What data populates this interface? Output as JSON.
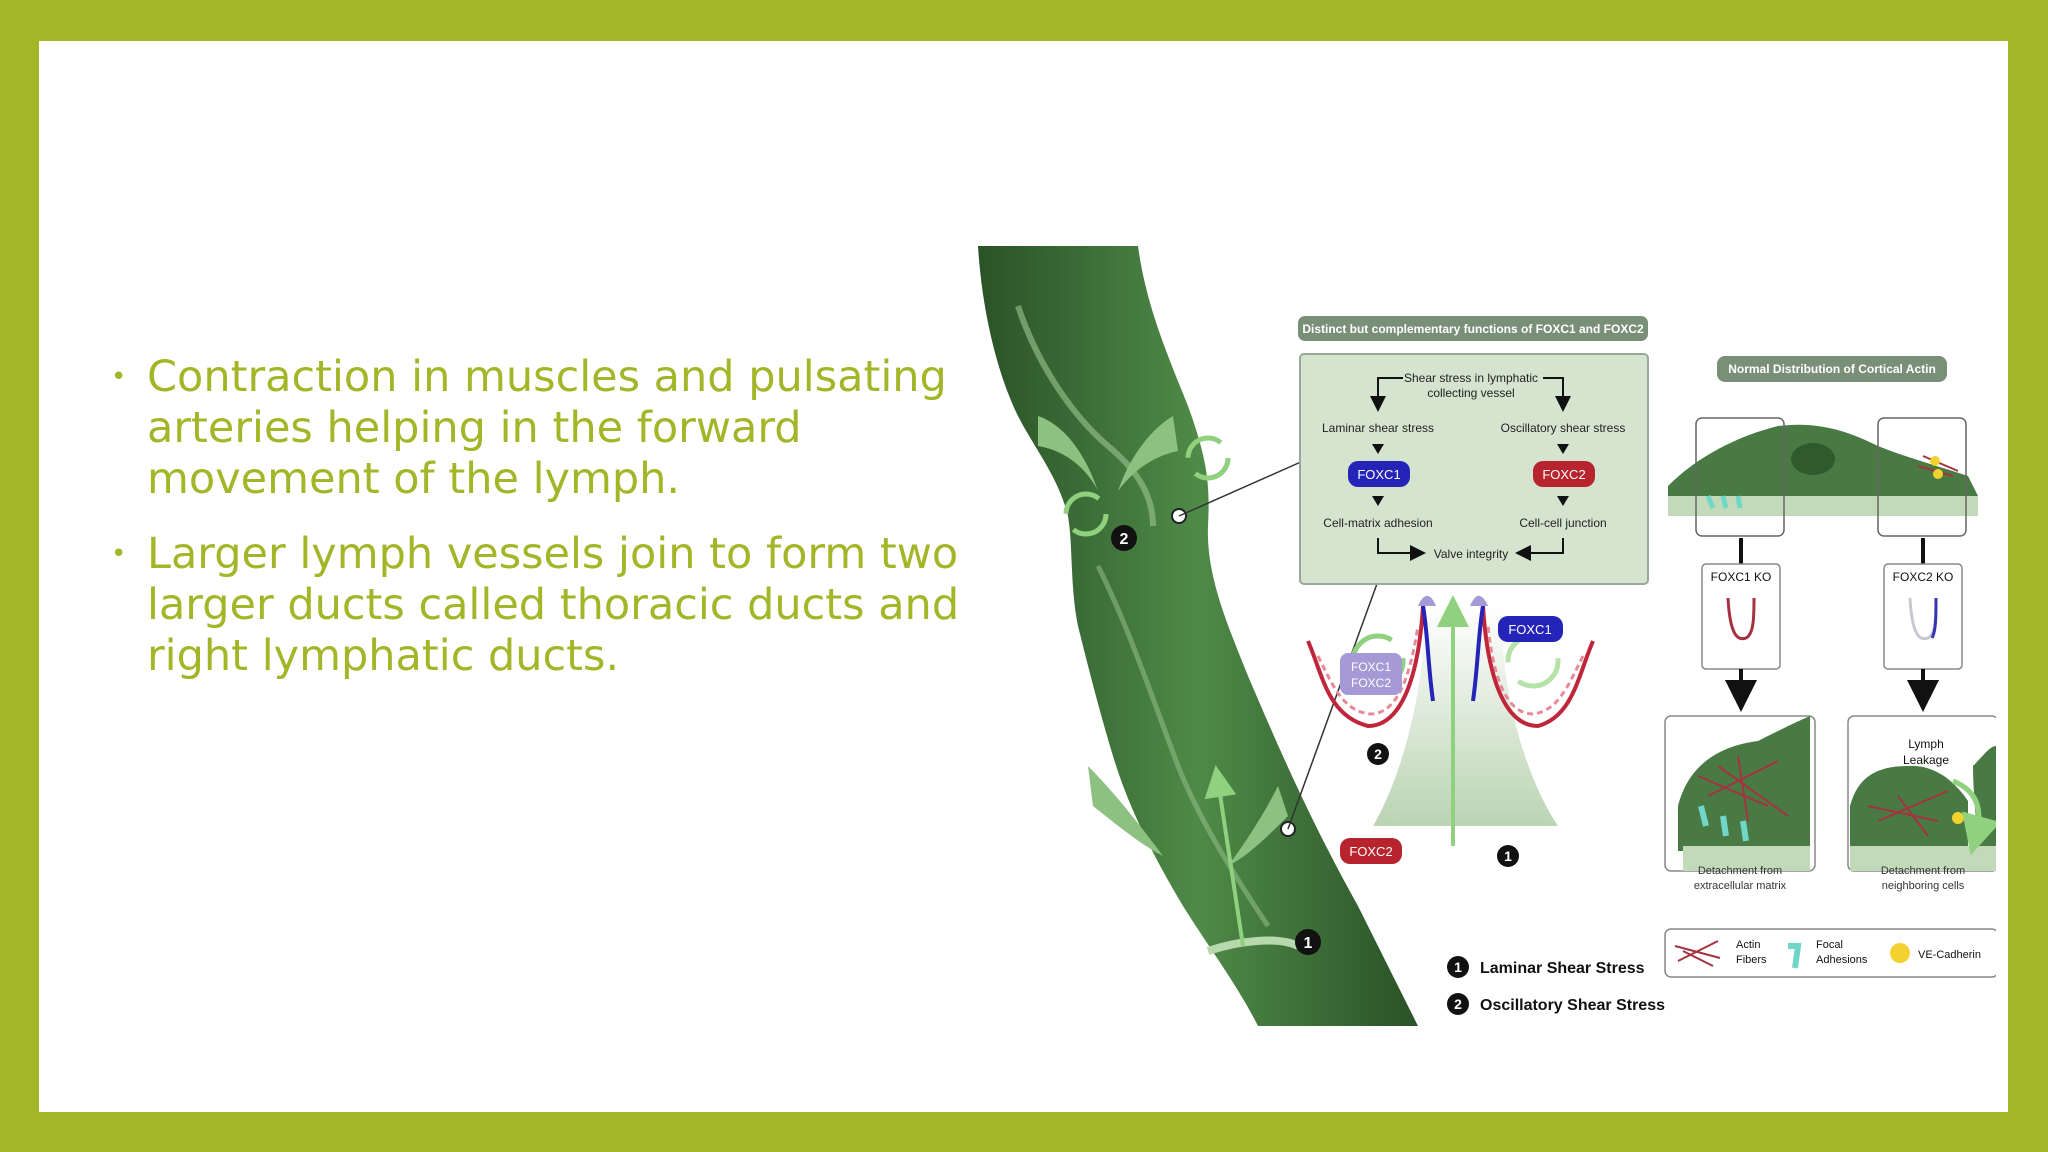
{
  "slide": {
    "bullets": [
      "Contraction in muscles and pulsating arteries helping in the forward movement of the lymph.",
      "Larger lymph vessels join to form two larger ducts called thoracic ducts and right lymphatic ducts."
    ]
  },
  "figure": {
    "panel_title": "Distinct but complementary functions of FOXC1 and FOXC2",
    "shear_stress": "Shear stress in lymphatic",
    "collecting_vessel": "collecting vessel",
    "laminar_shear": "Laminar shear stress",
    "oscillatory_shear": "Oscillatory shear stress",
    "foxc1": "FOXC1",
    "foxc2": "FOXC2",
    "cell_matrix": "Cell-matrix adhesion",
    "cell_cell": "Cell-cell junction",
    "valve_integrity": "Valve integrity",
    "normal_distribution": "Normal Distribution of Cortical Actin",
    "foxc1_ko": "FOXC1 KO",
    "foxc2_ko": "FOXC2 KO",
    "lymph": "Lymph",
    "leakage": "Leakage",
    "detach_ecm_1": "Detachment from",
    "detach_ecm_2": "extracellular matrix",
    "detach_cells_1": "Detachment from",
    "detach_cells_2": "neighboring cells",
    "actin_1": "Actin",
    "actin_2": "Fibers",
    "focal_1": "Focal",
    "focal_2": "Adhesions",
    "ve_cadherin": "VE-Cadherin",
    "legend_laminar": "Laminar Shear Stress",
    "legend_oscillatory": "Oscillatory Shear Stress",
    "num_1": "1",
    "num_2": "2"
  },
  "colors": {
    "frame": "#a3b628",
    "text_accent": "#a3b628",
    "vessel_dark": "#2f5a2c",
    "vessel_light": "#7fae74",
    "foxc1_badge": "#2424b8",
    "foxc2_badge": "#b8242e",
    "panel_fill": "#d5e4cf"
  }
}
